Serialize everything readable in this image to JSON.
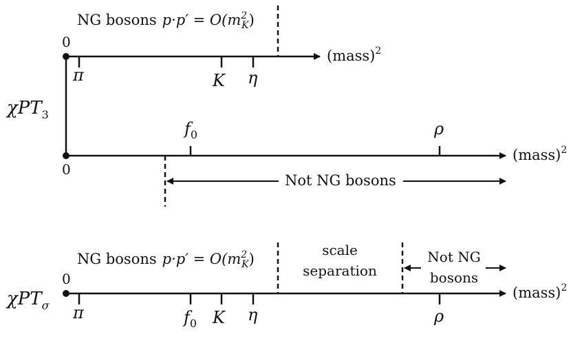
{
  "top": {
    "ng_text": "NG bosons",
    "ng_formula": "p·p′ = O(m",
    "ng_formula_sup": "2",
    "ng_formula_sub": "K",
    "ng_formula_close": ")",
    "axis1_origin": "0",
    "axis1_label": "(mass)",
    "axis1_label_sup": "2",
    "axis1_particles": [
      "π",
      "K",
      "η"
    ],
    "theory_label": "χPT",
    "theory_sub": "3",
    "axis2_origin": "0",
    "axis2_label": "(mass)",
    "axis2_label_sup": "2",
    "axis2_particles": [
      "f",
      "ρ"
    ],
    "axis2_f_sub": "0",
    "not_ng": "Not NG bosons"
  },
  "bottom": {
    "ng_text": "NG bosons",
    "ng_formula": "p·p′ = O(m",
    "ng_formula_sup": "2",
    "ng_formula_sub": "K",
    "ng_formula_close": ")",
    "scale_line1": "scale",
    "scale_line2": "separation",
    "not_ng_line1": "Not NG",
    "not_ng_line2": "bosons",
    "theory_label": "χPT",
    "theory_sub": "σ",
    "origin": "0",
    "axis_label": "(mass)",
    "axis_label_sup": "2",
    "particles": [
      "π",
      "f",
      "K",
      "η",
      "ρ"
    ],
    "f_sub": "0"
  }
}
